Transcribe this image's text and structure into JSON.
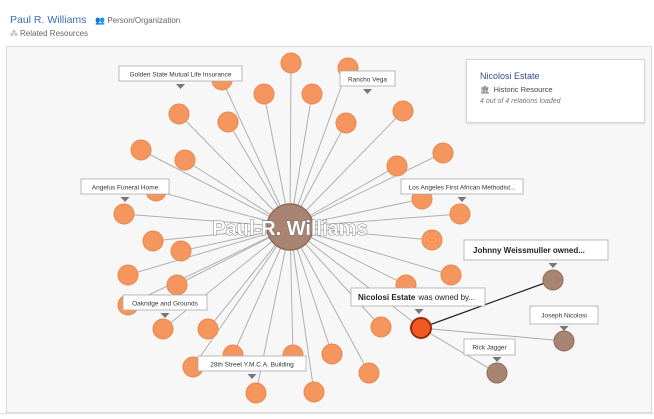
{
  "header": {
    "title": "Paul R. Williams",
    "entity_type_icon": "people-icon",
    "entity_type": "Person/Organization",
    "related_icon": "related-icon",
    "related_label": "Related Resources"
  },
  "graph": {
    "center_label": "Paul-R. Williams",
    "labels": [
      "Golden State Mutual Life Insurance",
      "Rancho Vega",
      "Angelus Funeral Home",
      "Los Angeles First African Methodist...",
      "Oakridge and Grounds",
      "28th Street Y.M.C.A. Building",
      "Nicolosi Estate",
      "was owned by...",
      "Johnny Weissmuller owned...",
      "Joseph Nicolosi",
      "Rick Jagger"
    ]
  },
  "info_card": {
    "name": "Nicolosi Estate",
    "type_icon": "landmark-icon",
    "type": "Historic Resource",
    "note": "4 out of 4 relations loaded"
  },
  "colors": {
    "orange_node": "#f5965e",
    "orange_stroke": "#e8874f",
    "brown_node": "#a98472",
    "selected_node": "#f05a22",
    "title_blue": "#3b6fb0"
  }
}
